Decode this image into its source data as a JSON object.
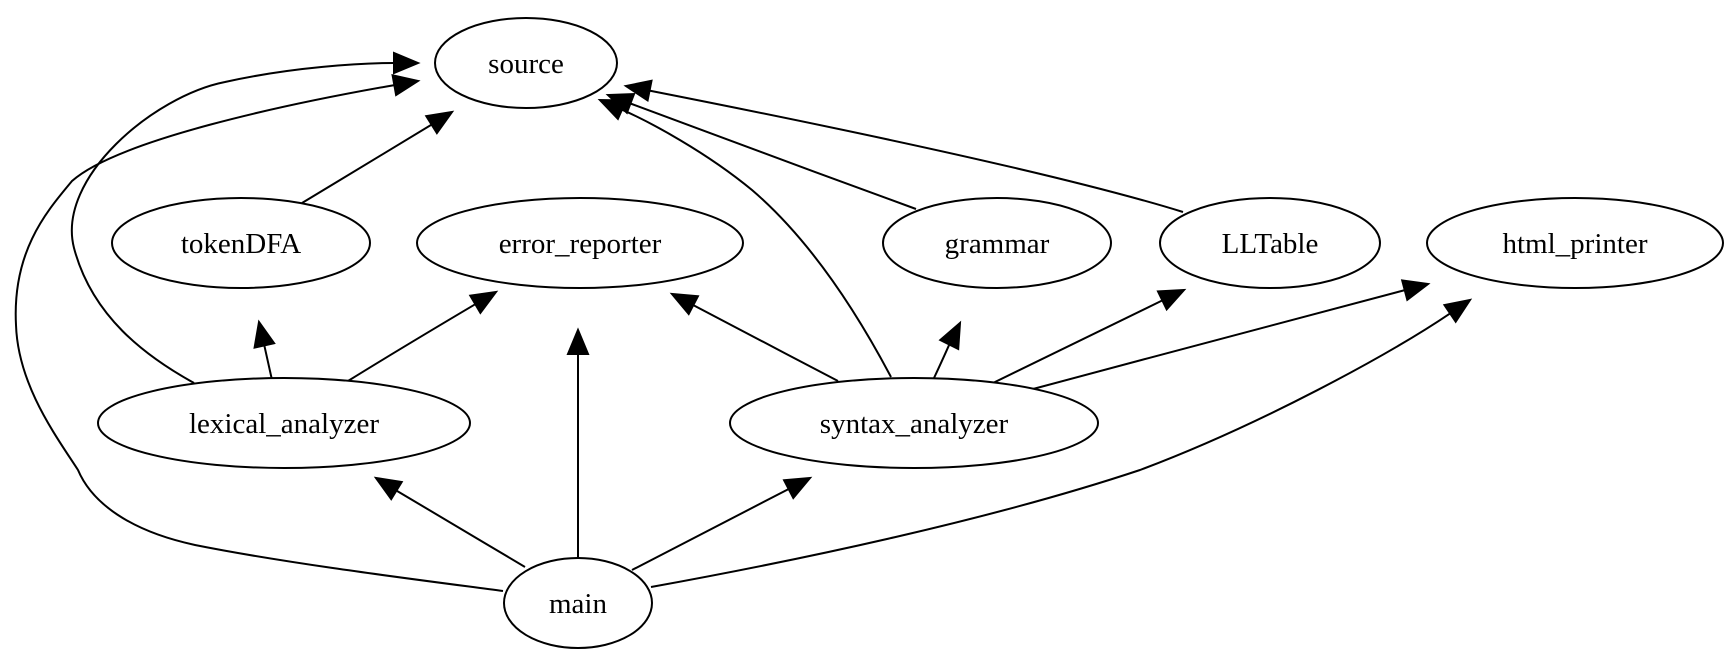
{
  "diagram": {
    "nodes": [
      {
        "id": "source",
        "label": "source"
      },
      {
        "id": "tokenDFA",
        "label": "tokenDFA"
      },
      {
        "id": "error_reporter",
        "label": "error_reporter"
      },
      {
        "id": "grammar",
        "label": "grammar"
      },
      {
        "id": "LLTable",
        "label": "LLTable"
      },
      {
        "id": "html_printer",
        "label": "html_printer"
      },
      {
        "id": "lexical_analyzer",
        "label": "lexical_analyzer"
      },
      {
        "id": "syntax_analyzer",
        "label": "syntax_analyzer"
      },
      {
        "id": "main",
        "label": "main"
      }
    ],
    "edges": [
      {
        "from": "tokenDFA",
        "to": "source"
      },
      {
        "from": "grammar",
        "to": "source"
      },
      {
        "from": "LLTable",
        "to": "source"
      },
      {
        "from": "lexical_analyzer",
        "to": "source"
      },
      {
        "from": "lexical_analyzer",
        "to": "tokenDFA"
      },
      {
        "from": "lexical_analyzer",
        "to": "error_reporter"
      },
      {
        "from": "syntax_analyzer",
        "to": "source"
      },
      {
        "from": "syntax_analyzer",
        "to": "error_reporter"
      },
      {
        "from": "syntax_analyzer",
        "to": "grammar"
      },
      {
        "from": "syntax_analyzer",
        "to": "LLTable"
      },
      {
        "from": "syntax_analyzer",
        "to": "html_printer"
      },
      {
        "from": "main",
        "to": "source"
      },
      {
        "from": "main",
        "to": "lexical_analyzer"
      },
      {
        "from": "main",
        "to": "error_reporter"
      },
      {
        "from": "main",
        "to": "syntax_analyzer"
      },
      {
        "from": "main",
        "to": "html_printer"
      }
    ]
  }
}
